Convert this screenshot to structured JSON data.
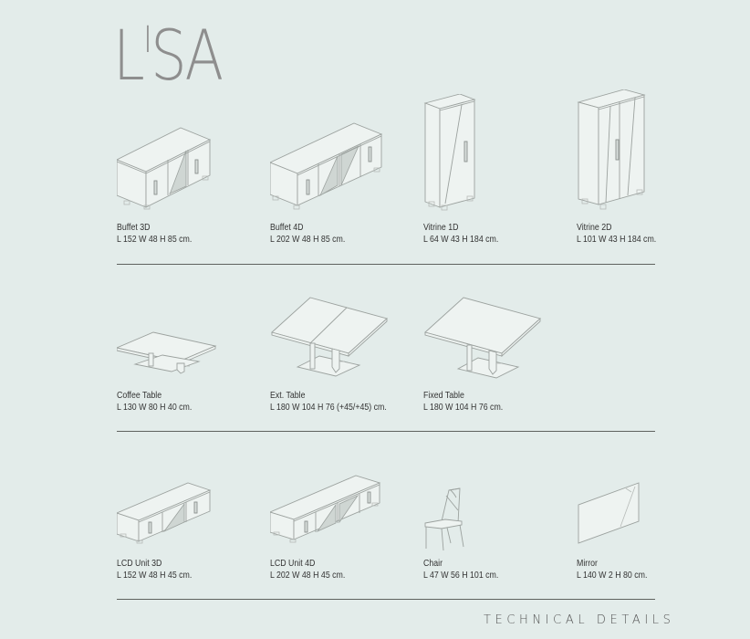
{
  "brand": {
    "title": "LISA",
    "letters": [
      "L",
      "I",
      "SA"
    ]
  },
  "rows": [
    {
      "items": [
        {
          "name": "Buffet 3D",
          "dims": "L 152  W 48 H 85 cm.",
          "icon": "buffet-3d-drawing"
        },
        {
          "name": "Buffet 4D",
          "dims": "L 202  W 48 H 85 cm.",
          "icon": "buffet-4d-drawing"
        },
        {
          "name": "Vitrine 1D",
          "dims": "L 64  W 43 H 184 cm.",
          "icon": "vitrine-1d-drawing"
        },
        {
          "name": "Vitrine 2D",
          "dims": "L 101  W 43 H 184 cm.",
          "icon": "vitrine-2d-drawing"
        }
      ]
    },
    {
      "items": [
        {
          "name": "Coffee Table",
          "dims": "L 130  W 80 H 40 cm.",
          "icon": "coffee-table-drawing"
        },
        {
          "name": "Ext. Table",
          "dims": "L 180  W 104 H 76 (+45/+45) cm.",
          "icon": "ext-table-drawing"
        },
        {
          "name": "Fixed Table",
          "dims": "L 180  W 104 H 76 cm.",
          "icon": "fixed-table-drawing"
        }
      ]
    },
    {
      "items": [
        {
          "name": "LCD Unit 3D",
          "dims": "L 152  W 48 H 45 cm.",
          "icon": "lcd-unit-3d-drawing"
        },
        {
          "name": "LCD Unit 4D",
          "dims": "L 202  W 48 H 45 cm.",
          "icon": "lcd-unit-4d-drawing"
        },
        {
          "name": "Chair",
          "dims": "L 47 W 56 H 101 cm.",
          "icon": "chair-drawing"
        },
        {
          "name": "Mirror",
          "dims": "L 140 W 2 H 80 cm.",
          "icon": "mirror-drawing"
        }
      ]
    }
  ],
  "footer": {
    "title": "TECHNICAL DETAILS"
  },
  "colors": {
    "background": "#e3ecea",
    "brand": "#8e8e8e",
    "divider": "#5f625f",
    "text": "#333333"
  }
}
